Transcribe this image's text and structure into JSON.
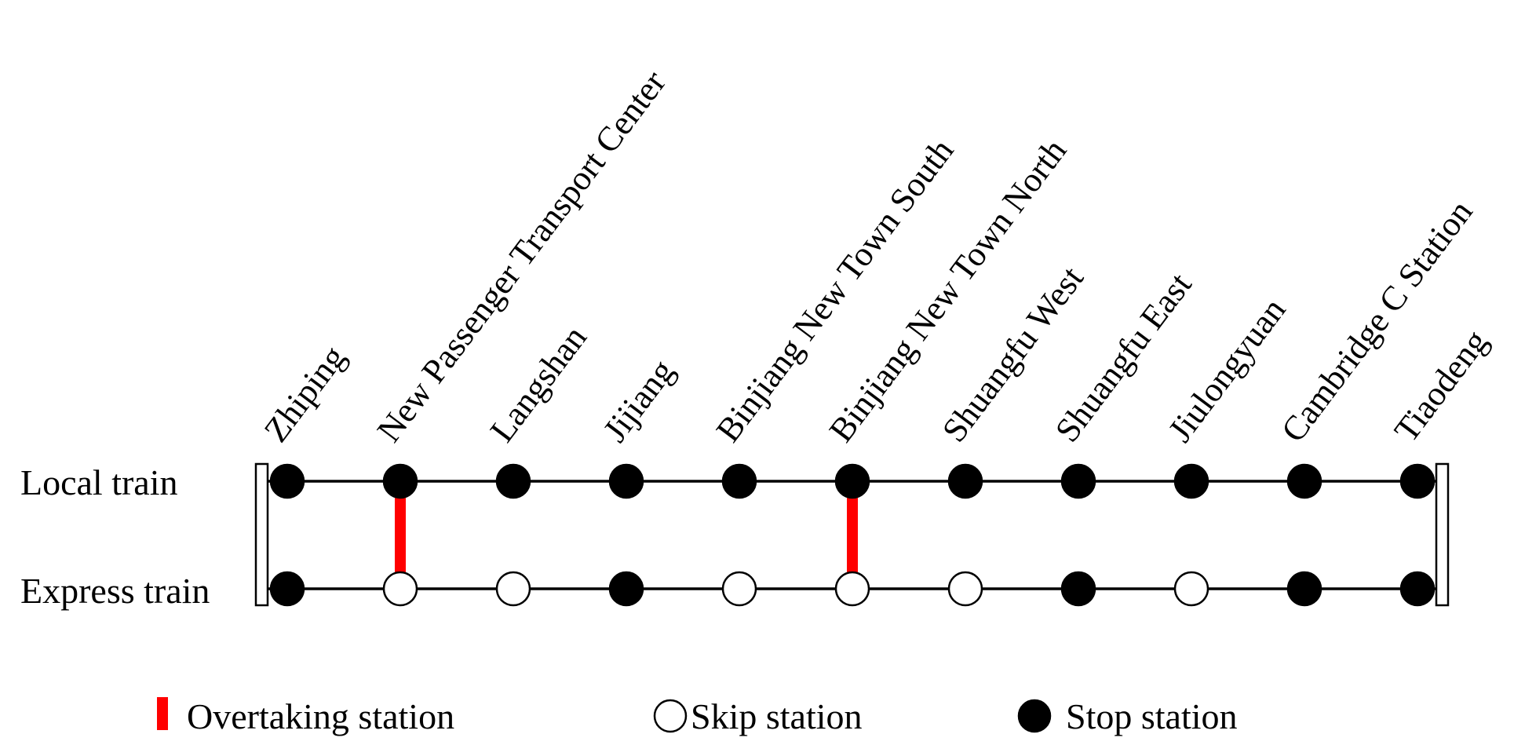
{
  "stations": [
    {
      "name": "Zhiping",
      "local": "stop",
      "express": "stop",
      "overtaking": false
    },
    {
      "name": "New Passenger Transport Center",
      "local": "stop",
      "express": "skip",
      "overtaking": true
    },
    {
      "name": "Langshan",
      "local": "stop",
      "express": "skip",
      "overtaking": false
    },
    {
      "name": "Jijiang",
      "local": "stop",
      "express": "stop",
      "overtaking": false
    },
    {
      "name": "Binjiang New Town South",
      "local": "stop",
      "express": "skip",
      "overtaking": false
    },
    {
      "name": "Binjiang New Town North",
      "local": "stop",
      "express": "skip",
      "overtaking": true
    },
    {
      "name": "Shuangfu West",
      "local": "stop",
      "express": "skip",
      "overtaking": false
    },
    {
      "name": "Shuangfu East",
      "local": "stop",
      "express": "stop",
      "overtaking": false
    },
    {
      "name": "Jiulongyuan",
      "local": "stop",
      "express": "skip",
      "overtaking": false
    },
    {
      "name": "Cambridge C Station",
      "local": "stop",
      "express": "stop",
      "overtaking": false
    },
    {
      "name": "Tiaodeng",
      "local": "stop",
      "express": "stop",
      "overtaking": false
    }
  ],
  "rows": {
    "local": "Local train",
    "express": "Express train"
  },
  "legend": {
    "overtaking": "Overtaking station",
    "skip": "Skip station",
    "stop": "Stop station"
  },
  "colors": {
    "line": "#000000",
    "stop_fill": "#000000",
    "skip_fill": "#ffffff",
    "overtaking": "#ff0000"
  }
}
